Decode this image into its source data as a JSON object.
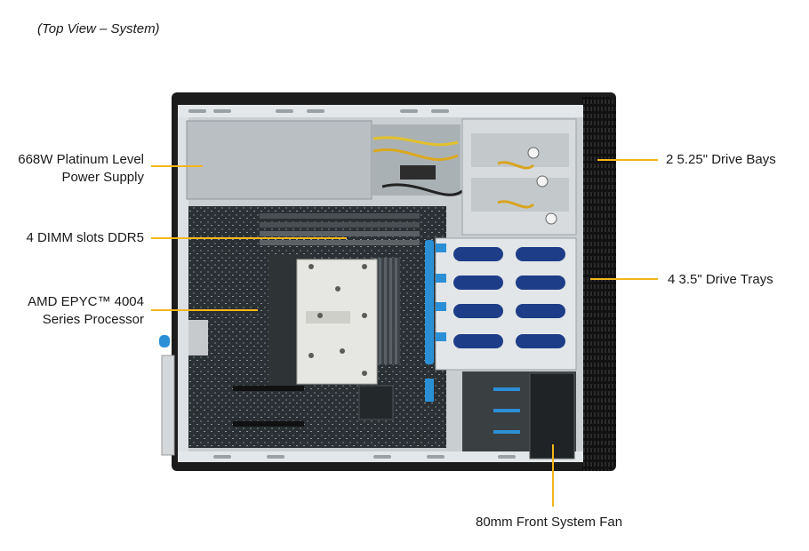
{
  "caption": "(Top View – System)",
  "callouts": {
    "power_supply": {
      "line1": "668W Platinum  Level",
      "line2": "Power Supply"
    },
    "dimm": {
      "text": "4 DIMM slots DDR5"
    },
    "processor": {
      "line1": "AMD EPYC™ 4004",
      "line2": "Series Processor"
    },
    "drive_bays": {
      "text": "2 5.25\" Drive Bays"
    },
    "drive_trays": {
      "text": "4 3.5\" Drive Trays"
    },
    "fan": {
      "text": "80mm Front System Fan"
    }
  },
  "colors": {
    "leader_line": "#f2b619",
    "tray_handle": "#2b8fd6",
    "chassis_frame": "#1c1c1c"
  }
}
